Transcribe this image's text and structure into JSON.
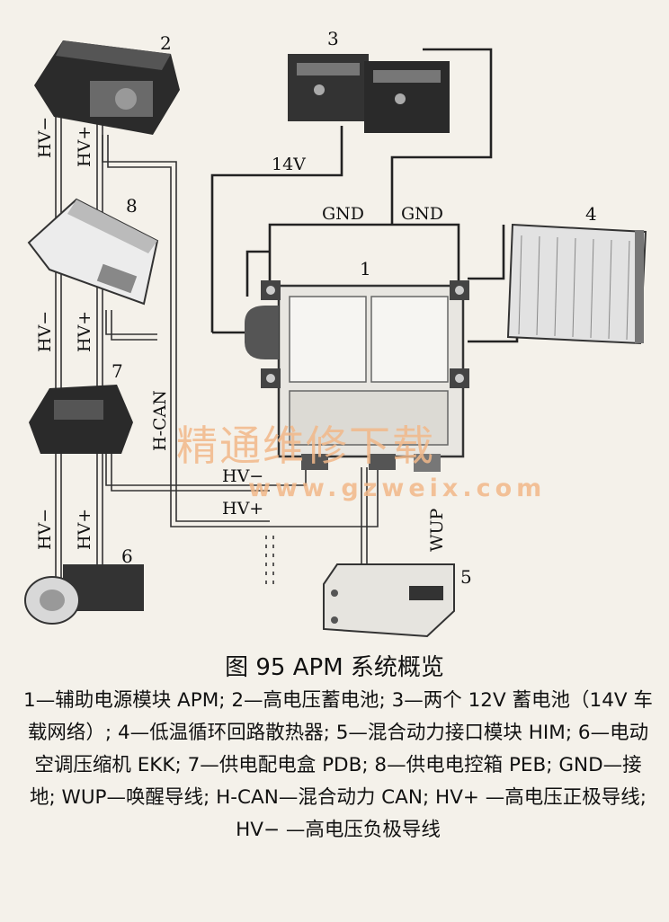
{
  "components": {
    "n1": "1",
    "n2": "2",
    "n3": "3",
    "n4": "4",
    "n5": "5",
    "n6": "6",
    "n7": "7",
    "n8": "8"
  },
  "wire_labels": {
    "v14": "14V",
    "gnd_a": "GND",
    "gnd_b": "GND",
    "hv_minus_1": "HV−",
    "hv_plus_1": "HV+",
    "hv_minus_2": "HV−",
    "hv_plus_2": "HV+",
    "hv_minus_3": "HV−",
    "hv_plus_3": "HV+",
    "hcan": "H-CAN",
    "hv_minus_bus": "HV−",
    "hv_plus_bus": "HV+",
    "wup": "WUP"
  },
  "watermark": {
    "cn": "精通维修下载",
    "url": "www.gzweix.com"
  },
  "caption": {
    "title": "图 95   APM 系统概览",
    "body": "1—辅助电源模块 APM; 2—高电压蓄电池; 3—两个 12V 蓄电池（14V 车载网络）; 4—低温循环回路散热器; 5—混合动力接口模块 HIM; 6—电动空调压缩机 EKK; 7—供电配电盒 PDB; 8—供电电控箱 PEB; GND—接地; WUP—唤醒导线; H-CAN—混合动力 CAN; HV+ —高电压正极导线; HV− —高电压负极导线"
  }
}
